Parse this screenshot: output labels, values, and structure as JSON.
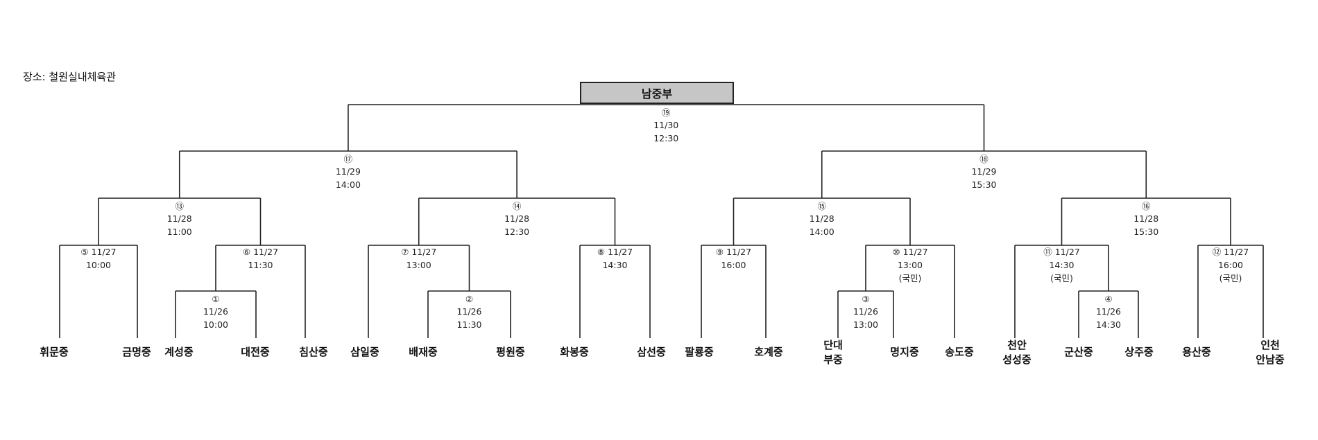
{
  "venue": "장소: 철원실내체육관",
  "division": "남중부",
  "teams": [
    "휘문중",
    "금명중",
    "계성중",
    "대전중",
    "침산중",
    "삼일중",
    "배재중",
    "평원중",
    "화봉중",
    "삼선중",
    "팔룡중",
    "호계중",
    "단대\n부중",
    "명지중",
    "송도중",
    "천안\n성성중",
    "군산중",
    "상주중",
    "용산중",
    "인천\n안남중"
  ],
  "matches": [
    {
      "no": "①",
      "date": "11/26",
      "time": "10:00",
      "note": ""
    },
    {
      "no": "②",
      "date": "11/26",
      "time": "11:30",
      "note": ""
    },
    {
      "no": "③",
      "date": "11/26",
      "time": "13:00",
      "note": ""
    },
    {
      "no": "④",
      "date": "11/26",
      "time": "14:30",
      "note": ""
    },
    {
      "no": "⑤",
      "date": "11/27",
      "time": "10:00",
      "note": ""
    },
    {
      "no": "⑥",
      "date": "11/27",
      "time": "11:30",
      "note": ""
    },
    {
      "no": "⑦",
      "date": "11/27",
      "time": "13:00",
      "note": ""
    },
    {
      "no": "⑧",
      "date": "11/27",
      "time": "14:30",
      "note": ""
    },
    {
      "no": "⑨",
      "date": "11/27",
      "time": "16:00",
      "note": ""
    },
    {
      "no": "⑩",
      "date": "11/27",
      "time": "13:00",
      "note": "(국민)"
    },
    {
      "no": "⑪",
      "date": "11/27",
      "time": "14:30",
      "note": "(국민)"
    },
    {
      "no": "⑫",
      "date": "11/27",
      "time": "16:00",
      "note": "(국민)"
    },
    {
      "no": "⑬",
      "date": "11/28",
      "time": "11:00",
      "note": ""
    },
    {
      "no": "⑭",
      "date": "11/28",
      "time": "12:30",
      "note": ""
    },
    {
      "no": "⑮",
      "date": "11/28",
      "time": "14:00",
      "note": ""
    },
    {
      "no": "⑯",
      "date": "11/28",
      "time": "15:30",
      "note": ""
    },
    {
      "no": "⑰",
      "date": "11/29",
      "time": "14:00",
      "note": ""
    },
    {
      "no": "⑱",
      "date": "11/29",
      "time": "15:30",
      "note": ""
    },
    {
      "no": "⑲",
      "date": "11/30",
      "time": "12:30",
      "note": ""
    }
  ]
}
